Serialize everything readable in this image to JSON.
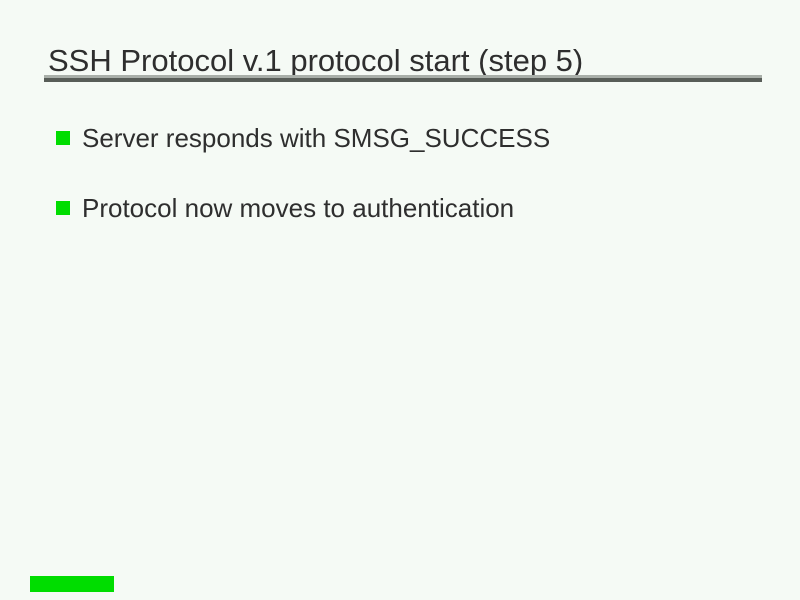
{
  "slide": {
    "title": "SSH Protocol v.1 protocol start (step 5)",
    "bullets": [
      {
        "label": "Server responds with SMSG_SUCCESS"
      },
      {
        "label": "Protocol now moves to authentication"
      }
    ],
    "icons": {
      "bullet_marker": "green-square-bullet-icon"
    },
    "colors": {
      "background": "#f5faf5",
      "text": "#2e2e2e",
      "bullet_green": "#00dd00",
      "rule_light": "#a9afa9",
      "rule_dark": "#585d58"
    }
  }
}
